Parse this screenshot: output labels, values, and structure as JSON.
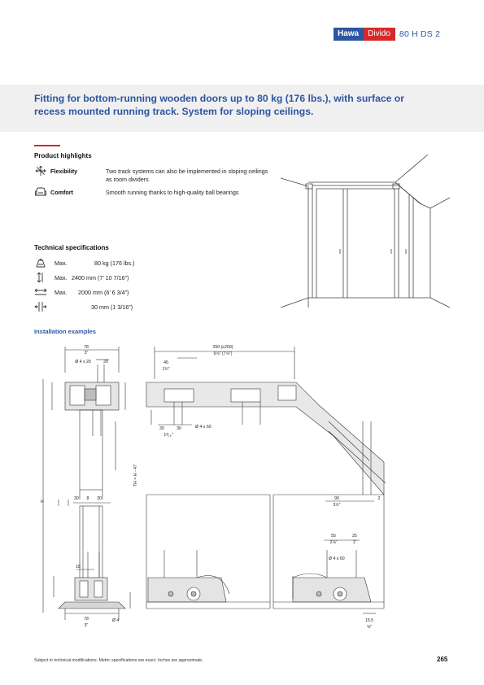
{
  "header": {
    "brand_primary": "Hawa",
    "brand_secondary": "Divido",
    "product_code": "80 H DS 2"
  },
  "headline": "Fitting for bottom-running wooden doors up to 80 kg (176 lbs.), with surface or recess mounted running track. System for sloping ceilings.",
  "highlights": {
    "heading": "Product highlights",
    "items": [
      {
        "icon": "flexibility-icon",
        "label": "Flexibility",
        "text": "Two track systems can also be implemented in sloping ceilings as room dividers"
      },
      {
        "icon": "comfort-icon",
        "label": "Comfort",
        "text": "Smooth running thanks to high-quality ball bearings"
      }
    ]
  },
  "specs": {
    "heading": "Technical specifications",
    "items": [
      {
        "icon": "weight-icon",
        "prefix": "Max.",
        "value": "80 kg (176 lbs.)"
      },
      {
        "icon": "height-icon",
        "prefix": "Max.",
        "value": "2400 mm (7’ 10 7/16”)"
      },
      {
        "icon": "width-icon",
        "prefix": "Max.",
        "value": "2000 mm (6’ 6 3/4”)"
      },
      {
        "icon": "thickness-icon",
        "prefix": "",
        "value": "30 mm (1 3/16”)"
      }
    ]
  },
  "installation": {
    "heading": "Installation examples",
    "dims": {
      "top_width": "78",
      "top_width_in": "3\"",
      "hole": "Ø 4 x 20",
      "w20": "20",
      "h_left": "H",
      "hm": "TH = H - 47",
      "w250": "250 (≥200)",
      "w250_in": "9⅞\" (7⅞\")",
      "w45": "45",
      "w45_in": "1¾\"",
      "w30a": "30",
      "w30b": "30",
      "in_1316": "1³⁄₁₆\"",
      "screw": "Ø 4 x 60",
      "w30c": "30",
      "w8": "8",
      "w30d": "30",
      "w18": "18",
      "phi4": "Ø 4",
      "bottom_width": "78",
      "bottom_width_in": "3\"",
      "w90": "90",
      "w90_in": "3½\"",
      "w2": "2",
      "w55": "55",
      "w55_in": "2⅛\"",
      "w25": "25",
      "w25_in": "1\"",
      "screw2": "Ø 4 x 60",
      "w15": "15.5",
      "w15_in": "⅝\""
    }
  },
  "footer": {
    "note": "Subject to technical modifications. Metric specifications are exact. Inches are approximate.",
    "page_number": "265"
  }
}
